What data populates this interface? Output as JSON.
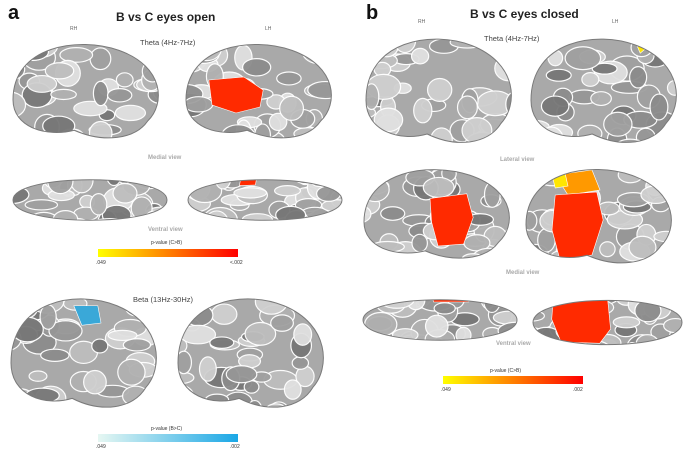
{
  "panels": [
    {
      "letter": "a",
      "title": "B vs C eyes open",
      "hemispheres": {
        "right": "RH",
        "left": "LH"
      },
      "bands": [
        {
          "label": "Theta (4Hz-7Hz)",
          "views": [
            "Medial view",
            "Ventral view"
          ],
          "colorbar": {
            "label": "p-value (C>B)",
            "min_label": ".049",
            "max_label": "<.002",
            "colors": [
              "#ffff00",
              "#ff0000"
            ]
          }
        },
        {
          "label": "Beta (13Hz-30Hz)",
          "colorbar": {
            "label": "p-value (B>C)",
            "min_label": ".049",
            "max_label": ".002",
            "colors": [
              "#e6f7f2",
              "#1aa7e6"
            ]
          }
        }
      ]
    },
    {
      "letter": "b",
      "title": "B vs C eyes closed",
      "hemispheres": {
        "right": "RH",
        "left": "LH"
      },
      "bands": [
        {
          "label": "Theta (4Hz-7Hz)",
          "views": [
            "Lateral view",
            "Medial view",
            "Ventral view"
          ],
          "colorbar": {
            "label": "p-value (C>B)",
            "min_label": ".049",
            "max_label": ".002",
            "colors": [
              "#ffff00",
              "#ff0000"
            ]
          }
        }
      ]
    }
  ],
  "colors": {
    "brain_base": "#a9a9a9",
    "sig_red": "#ff2a00",
    "sig_orange": "#ff9900",
    "sig_yellow": "#ffe600",
    "sig_blue": "#3aa8d8"
  }
}
